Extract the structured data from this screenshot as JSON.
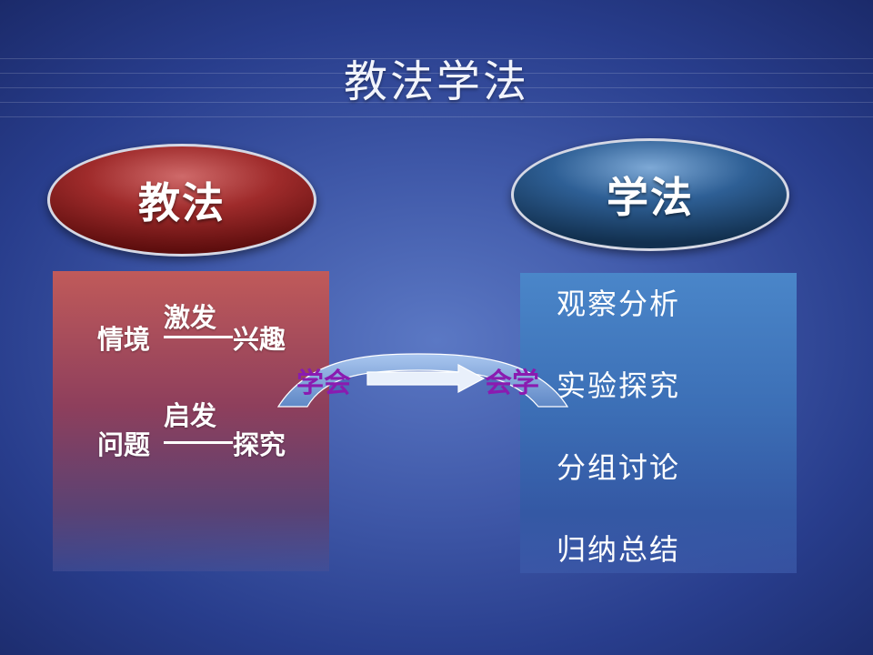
{
  "slide": {
    "title": "教法学法",
    "teaching": {
      "heading": "教法",
      "items": [
        {
          "top_word": "激发",
          "left_word": "情境",
          "right_word": "兴趣"
        },
        {
          "top_word": "启发",
          "left_word": "问题",
          "right_word": "探究"
        }
      ]
    },
    "learning": {
      "heading": "学法",
      "items": [
        "观察分析",
        "实验探究",
        "分组讨论",
        "归纳总结"
      ]
    },
    "transition": {
      "from_label": "学会",
      "to_label": "会学"
    }
  },
  "colors": {
    "background": "#3f58a8",
    "left_oval": "#9f2b2b",
    "right_oval": "#2e5f95",
    "transition_text": "#8a1bb0"
  }
}
